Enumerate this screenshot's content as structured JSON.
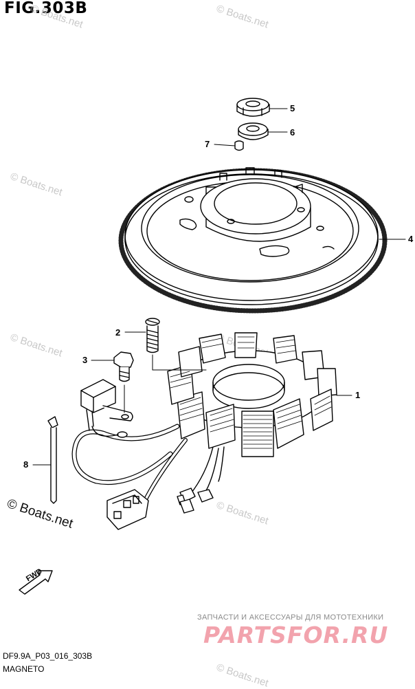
{
  "figure": {
    "title": "FIG.303B",
    "diagram_code": "DF9.9A_P03_016_303B",
    "section_name": "MAGNETO"
  },
  "parts": [
    {
      "callout": "1"
    },
    {
      "callout": "2"
    },
    {
      "callout": "3"
    },
    {
      "callout": "4"
    },
    {
      "callout": "5"
    },
    {
      "callout": "6"
    },
    {
      "callout": "7"
    },
    {
      "callout": "8"
    }
  ],
  "direction_arrow": "FWD",
  "watermarks": {
    "faint": "© Boats.net",
    "strong": "© Boats.net"
  },
  "shop": {
    "tagline": "ЗАПЧАСТИ И АКСЕССУАРЫ ДЛЯ МОТОТЕХНИКИ",
    "logo": "PARTSFOR.RU"
  }
}
